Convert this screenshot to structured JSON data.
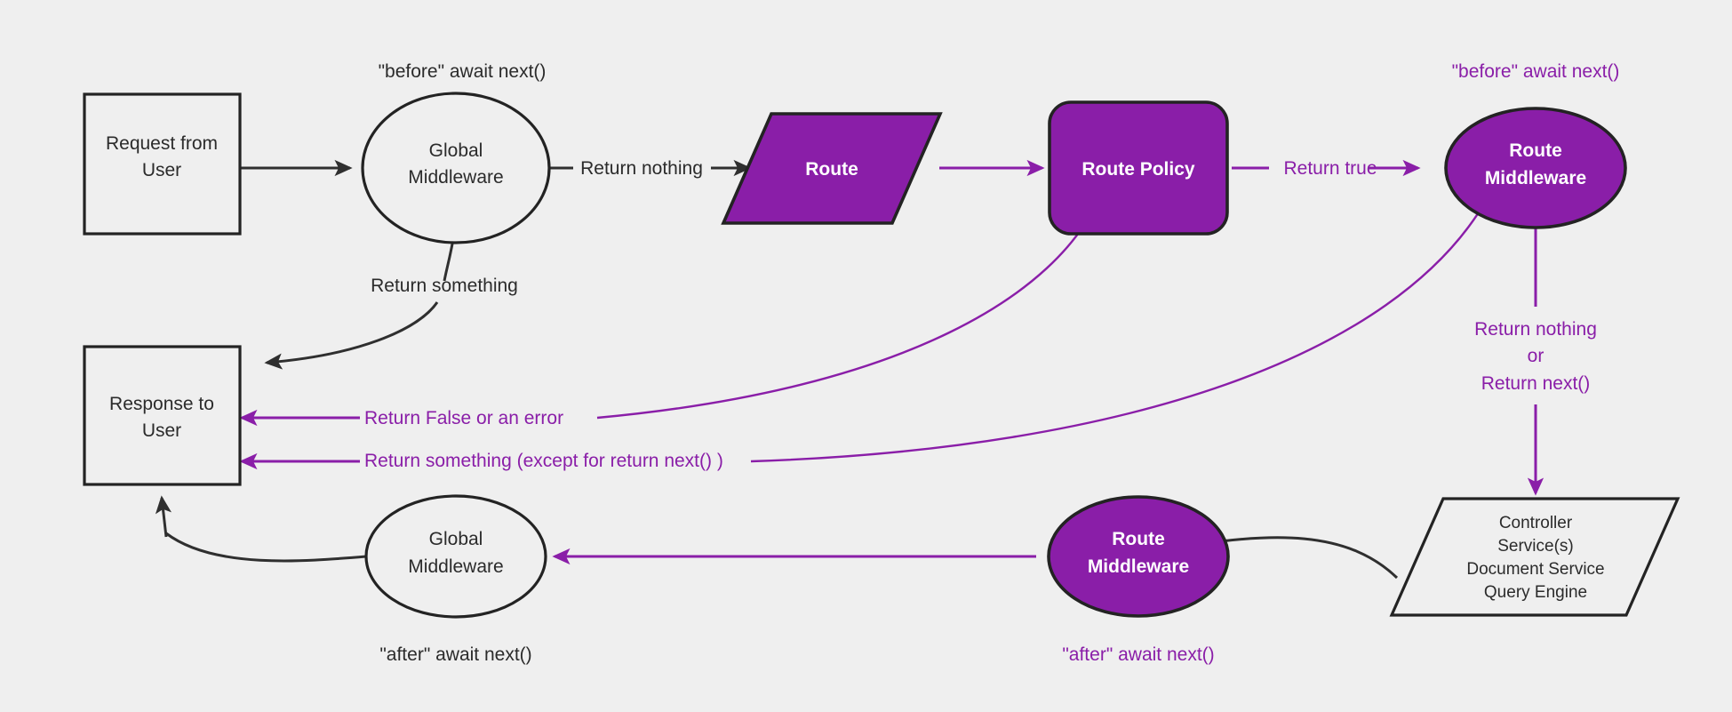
{
  "diagram": {
    "background_color": "#efefef",
    "accent_color": "#8a1ea8",
    "dark_color": "#2b2b2b",
    "nodes": {
      "request": {
        "line1": "Request from",
        "line2": "User",
        "shape": "rectangle"
      },
      "global_middleware_before": {
        "line1": "Global",
        "line2": "Middleware",
        "shape": "ellipse"
      },
      "route": {
        "label": "Route",
        "shape": "parallelogram"
      },
      "route_policy": {
        "label": "Route Policy",
        "shape": "rounded-rectangle"
      },
      "route_middleware_before": {
        "line1": "Route",
        "line2": "Middleware",
        "shape": "ellipse"
      },
      "response": {
        "line1": "Response to",
        "line2": "User",
        "shape": "rectangle"
      },
      "global_middleware_after": {
        "line1": "Global",
        "line2": "Middleware",
        "shape": "ellipse"
      },
      "route_middleware_after": {
        "line1": "Route",
        "line2": "Middleware",
        "shape": "ellipse"
      },
      "controller": {
        "shape": "parallelogram",
        "line1": "Controller",
        "line2": "Service(s)",
        "line3": "Document Service",
        "line4": "Query Engine"
      }
    },
    "annotations": {
      "before_await_next_global": "\"before\" await next()",
      "before_await_next_route": "\"before\" await next()",
      "after_await_next_global": "\"after\" await next()",
      "after_await_next_route": "\"after\" await next()"
    },
    "edge_labels": {
      "return_nothing_top": "Return nothing",
      "return_something_top": "Return something",
      "return_true": "Return true",
      "return_false_or_error": "Return False or an error",
      "return_something_except": "Return something (except for return next() )",
      "return_nothing_right": "Return nothing",
      "or": "or",
      "return_next_right": "Return next()"
    }
  }
}
